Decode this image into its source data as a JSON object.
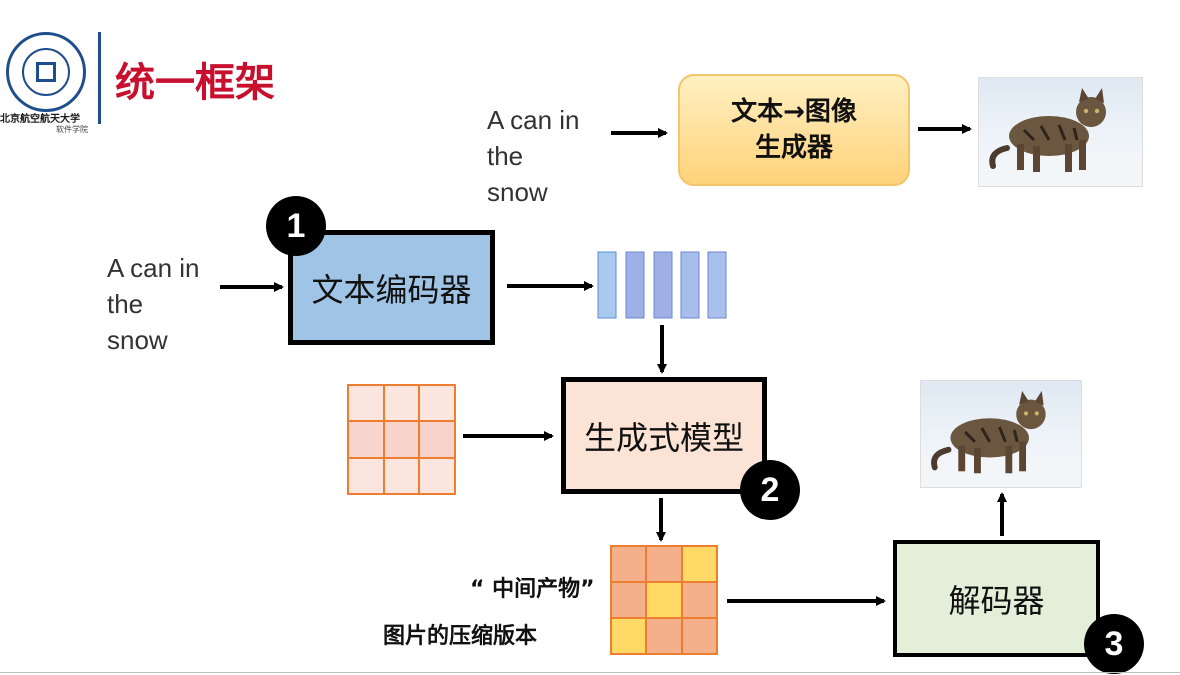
{
  "header": {
    "title": "统一框架",
    "logo_caption": "北京航空航天大学",
    "logo_subcaption": "软件学院"
  },
  "top_row": {
    "prompt": "A can in\nthe\nsnow",
    "generator_line1": "文本→图像",
    "generator_line2": "生成器"
  },
  "pipeline": {
    "prompt": "A can in\nthe\nsnow",
    "encoder_label": "文本编码器",
    "model_label": "生成式模型",
    "decoder_label": "解码器",
    "badge_1": "1",
    "badge_2": "2",
    "badge_3": "3",
    "intermediate_caption_line1": "“ 中间产物”",
    "intermediate_caption_line2": "图片的压缩版本"
  },
  "colors": {
    "title": "#c8102e",
    "encoder_fill": "#9fc4e6",
    "model_fill": "#fbe3d6",
    "decoder_fill": "#e3efd9",
    "generator_fill": "#ffd27a",
    "grid_border": "#ed7d31"
  }
}
